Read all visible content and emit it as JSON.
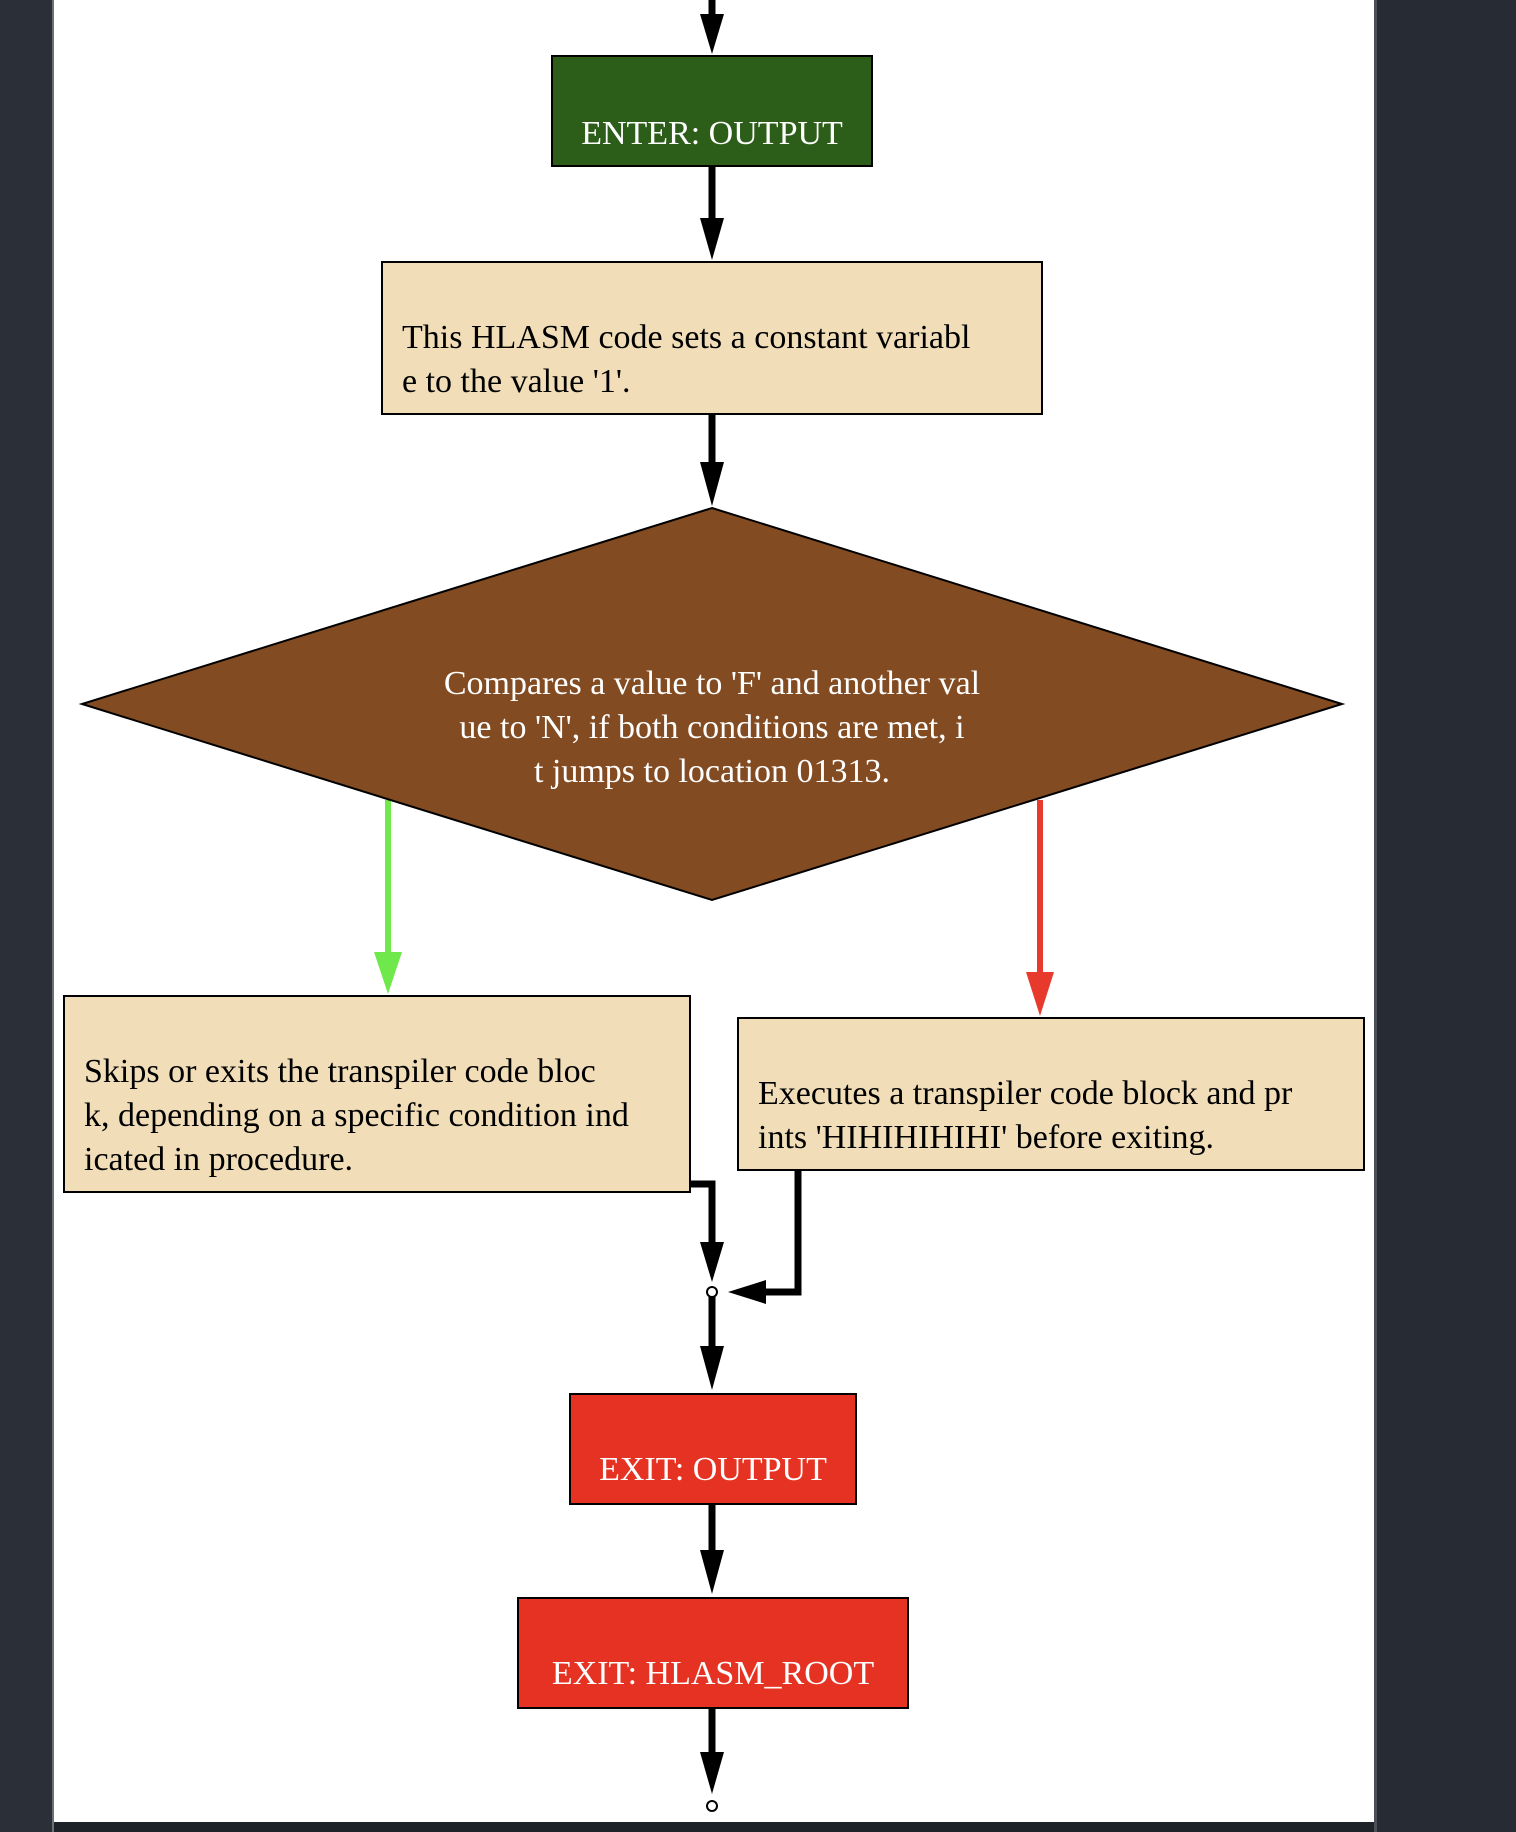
{
  "colors": {
    "enter_fill": "#2c5e1a",
    "process_fill": "#f1deb8",
    "decision_fill": "#824b22",
    "exit_fill": "#e63223",
    "true_edge": "#6ee84a",
    "false_edge": "#e83a2c",
    "edge": "#000000"
  },
  "nodes": {
    "enter": {
      "text": "ENTER: OUTPUT"
    },
    "process_set": {
      "text": "This HLASM code sets a constant variabl\ne to the value '1'."
    },
    "decision": {
      "text": "Compares a value to 'F' and another val\nue to 'N', if both conditions are met, i\nt jumps to location 01313."
    },
    "process_skip": {
      "text": "Skips or exits the transpiler code bloc\nk, depending on a specific condition ind\nicated in procedure."
    },
    "process_exec": {
      "text": "Executes a transpiler code block and pr\nints 'HIHIHIHIHI' before exiting."
    },
    "exit_output": {
      "text": "EXIT: OUTPUT"
    },
    "exit_root": {
      "text": "EXIT: HLASM_ROOT"
    }
  }
}
